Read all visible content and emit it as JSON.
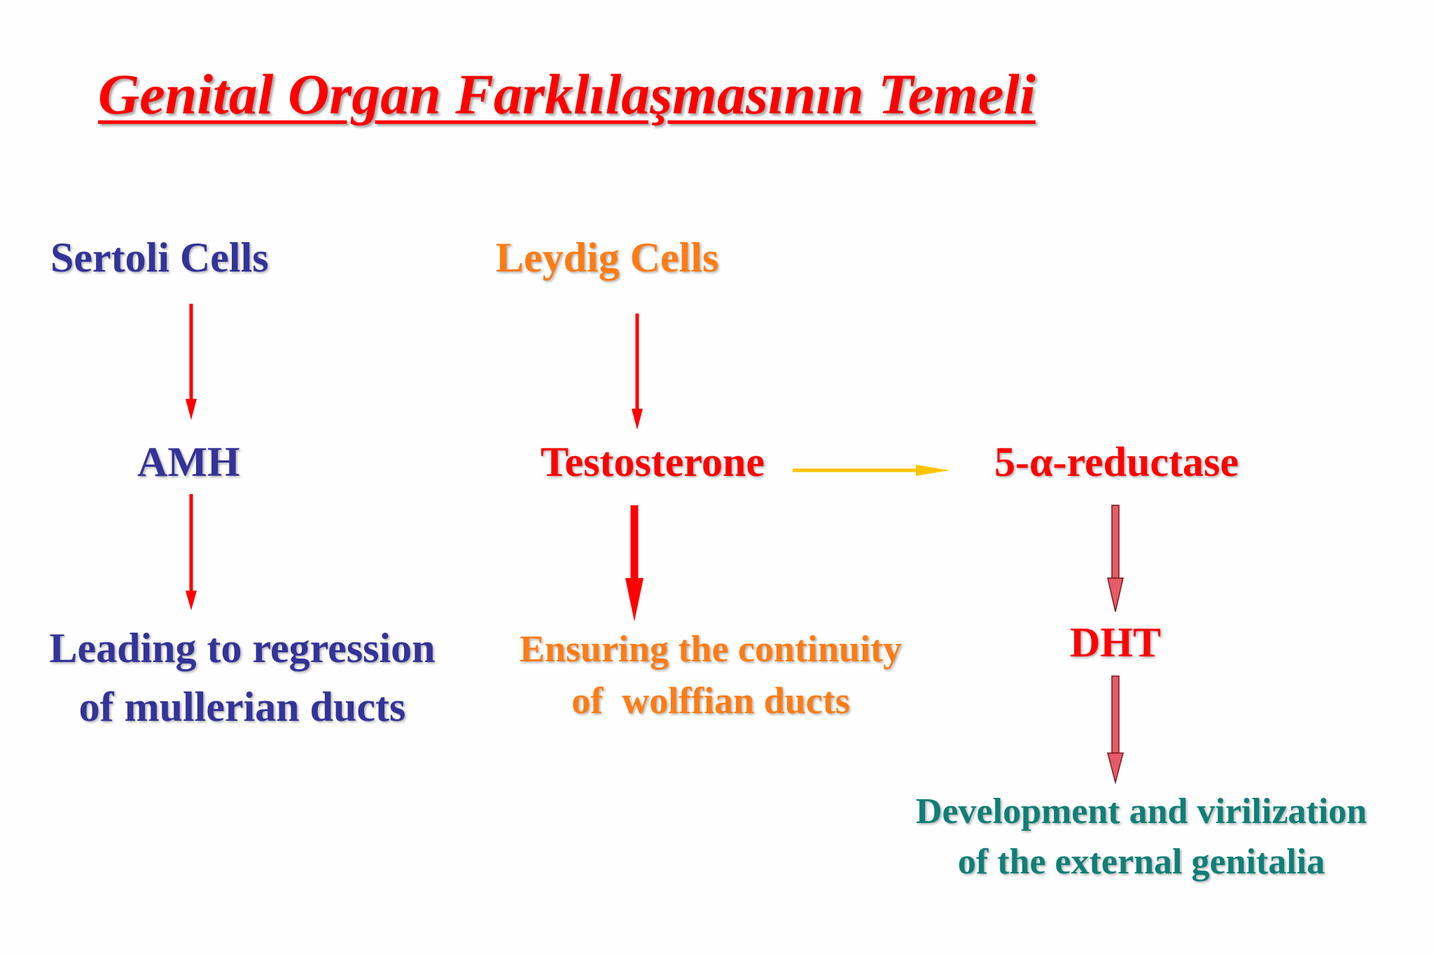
{
  "title": "Genital Organ Farklılaşmasının Temeli",
  "colors": {
    "title": "#ff0000",
    "sertoli": "#333399",
    "leydig": "#ff7c14",
    "hormone": "#ff0000",
    "genitalia": "#0f7f77",
    "arrow_red": "#ff0000",
    "arrow_pink": "#e65a6a",
    "arrow_yellow": "#ffc400"
  },
  "nodes": {
    "sertoli_cells": "Sertoli Cells",
    "leydig_cells": "Leydig Cells",
    "amh": "AMH",
    "testosterone": "Testosterone",
    "reductase": "5-α-reductase",
    "dht": "DHT",
    "mullerian": [
      "Leading to regression",
      "of mullerian ducts"
    ],
    "wolffian": [
      "Ensuring the continuity",
      "of  wolffian ducts"
    ],
    "genitalia": [
      "Development and virilization",
      "of the external genitalia"
    ]
  },
  "arrows": [
    {
      "from": "Sertoli Cells",
      "to": "AMH",
      "style": "red"
    },
    {
      "from": "AMH",
      "to": "Leading to regression of mullerian ducts",
      "style": "red"
    },
    {
      "from": "Leydig Cells",
      "to": "Testosterone",
      "style": "red"
    },
    {
      "from": "Testosterone",
      "to": "Ensuring the continuity of wolffian ducts",
      "style": "red-thick"
    },
    {
      "from": "Testosterone",
      "to": "5-α-reductase",
      "style": "yellow"
    },
    {
      "from": "5-α-reductase",
      "to": "DHT",
      "style": "pink-outline"
    },
    {
      "from": "DHT",
      "to": "Development and virilization of the external genitalia",
      "style": "pink-outline"
    }
  ]
}
